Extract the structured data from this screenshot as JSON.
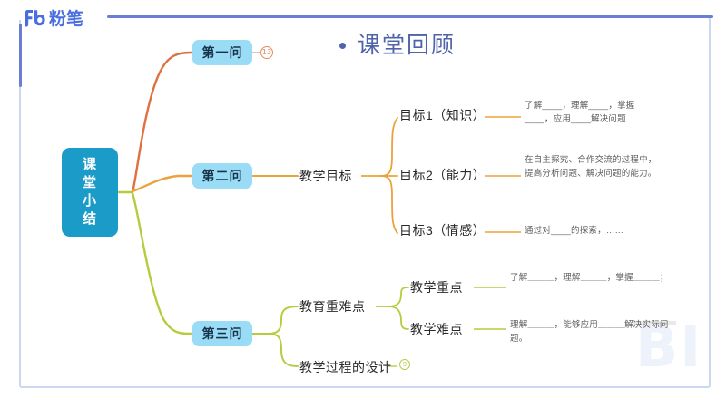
{
  "brand": {
    "logo_text": "粉笔",
    "logo_mark": "fb-logo-icon",
    "accent_color": "#4a6ee0"
  },
  "slide": {
    "title": "课堂回顾",
    "title_color": "#4f63ab",
    "watermark": "BI"
  },
  "mindmap": {
    "root": {
      "label_lines": [
        "课",
        "堂",
        "小",
        "结"
      ],
      "color": "#1b9bc8"
    },
    "branches": [
      {
        "label": "第一问",
        "connector_color": "#e0703f",
        "badge": "13",
        "badge_color": "#e08b63",
        "children": []
      },
      {
        "label": "第二问",
        "connector_color": "#eba23c",
        "children": [
          {
            "label": "教学目标",
            "children": [
              {
                "label": "目标1（知识）",
                "detail": "了解____，理解____，掌握____，应用____解决问题"
              },
              {
                "label": "目标2（能力）",
                "detail": "在自主探究、合作交流的过程中，提高分析问题、解决问题的能力。"
              },
              {
                "label": "目标3（情感）",
                "detail": "通过对____的探索，……"
              }
            ]
          }
        ]
      },
      {
        "label": "第三问",
        "connector_color": "#b5cc3e",
        "children": [
          {
            "label": "教育重难点",
            "children": [
              {
                "label": "教学重点",
                "detail": "了解＿＿＿，理解＿＿＿，掌握＿＿＿；"
              },
              {
                "label": "教学难点",
                "detail": "理解＿＿＿，能够应用＿＿＿解决实际问题。"
              }
            ]
          },
          {
            "label": "教学过程的设计",
            "badge": "9",
            "badge_color": "#b8cc4a",
            "children": []
          }
        ]
      }
    ]
  }
}
